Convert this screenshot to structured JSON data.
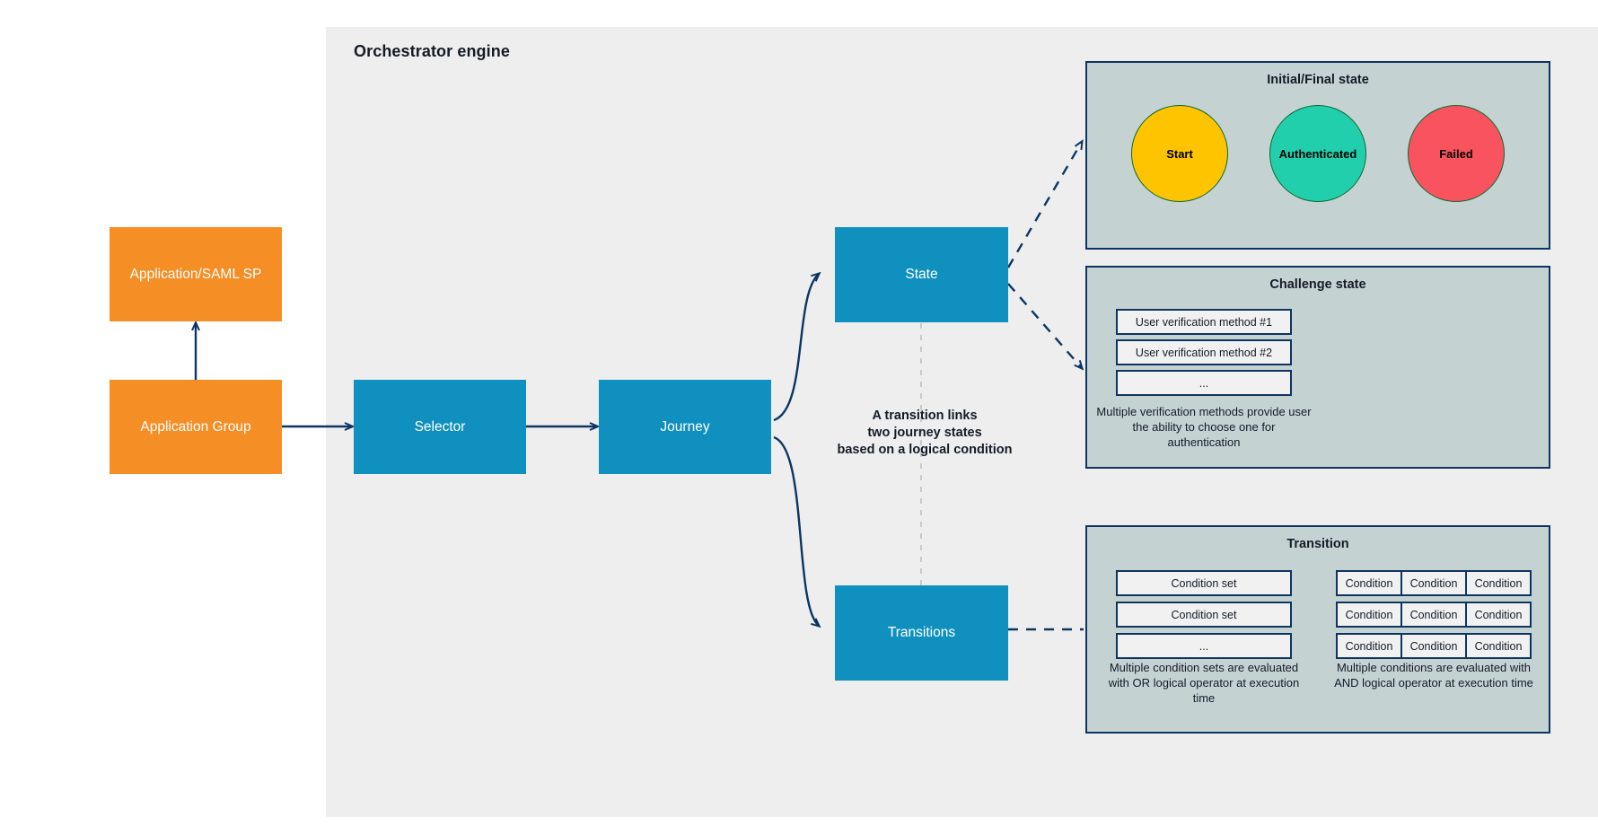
{
  "engine": {
    "title": "Orchestrator engine"
  },
  "nodes": {
    "application_saml_sp": "Application/SAML SP",
    "application_group": "Application Group",
    "selector": "Selector",
    "journey": "Journey",
    "state": "State",
    "transitions": "Transitions"
  },
  "transition_caption": {
    "line1": "A transition links",
    "line2": "two journey states",
    "line3": "based on a logical condition"
  },
  "initial_final_state": {
    "title": "Initial/Final state",
    "circles": [
      {
        "label": "Start",
        "color": "#ffc400"
      },
      {
        "label": "Authenticated",
        "color": "#22cfad"
      },
      {
        "label": "Failed",
        "color": "#f9535f"
      }
    ]
  },
  "challenge_state": {
    "title": "Challenge state",
    "methods": [
      "User verification method #1",
      "User verification method #2",
      "..."
    ],
    "caption": "Multiple verification methods provide user the ability to choose one for authentication"
  },
  "transition_panel": {
    "title": "Transition",
    "condition_sets": [
      "Condition set",
      "Condition set",
      "..."
    ],
    "left_caption": "Multiple condition sets are evaluated with OR logical operator at execution time",
    "condition_rows": [
      [
        "Condition",
        "Condition",
        "Condition"
      ],
      [
        "Condition",
        "Condition",
        "Condition"
      ],
      [
        "Condition",
        "Condition",
        "Condition"
      ]
    ],
    "right_caption": "Multiple conditions are evaluated with AND logical operator at execution time"
  },
  "colors": {
    "orange": "#f68e26",
    "blue": "#1090bf",
    "panel_bg": "#c5d2d2",
    "panel_border": "#0d3562",
    "engine_bg": "#eeeeee",
    "connector": "#0d3562",
    "dashed_gray": "#c9c9c9",
    "circle_border": "#0a6b2e"
  }
}
